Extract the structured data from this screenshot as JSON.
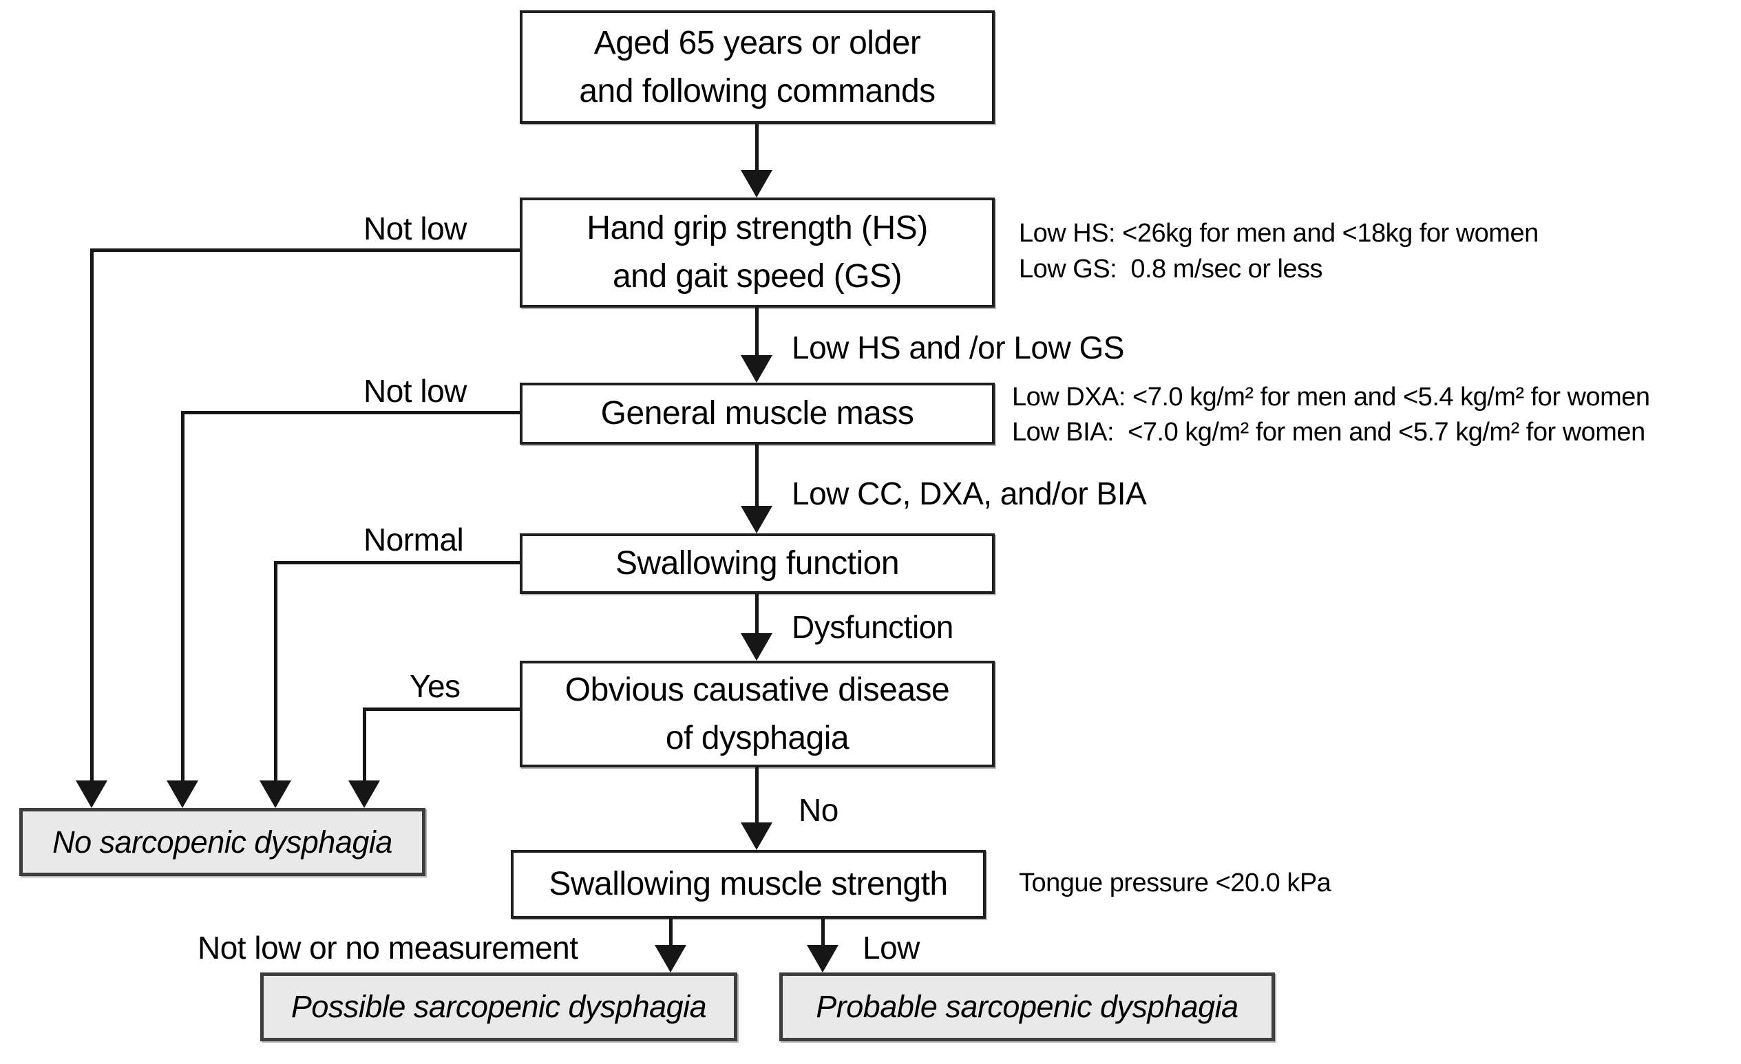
{
  "diagram": {
    "nodes": {
      "age": "Aged 65 years or older\nand following commands",
      "hand_grip": "Hand grip strength (HS)\nand gait speed (GS)",
      "muscle_mass": "General muscle mass",
      "swallowing_function": "Swallowing function",
      "causative_disease": "Obvious causative disease\nof dysphagia",
      "swallowing_strength": "Swallowing muscle strength",
      "no_sd": "No sarcopenic dysphagia",
      "possible_sd": "Possible sarcopenic dysphagia",
      "probable_sd": "Probable sarcopenic dysphagia"
    },
    "edge_labels": {
      "hs_not_low": "Not low",
      "mass_not_low": "Not low",
      "swallow_normal": "Normal",
      "disease_yes": "Yes",
      "hs_low": "Low HS and /or Low GS",
      "mass_low": "Low CC, DXA, and/or BIA",
      "swallow_dysfunction": "Dysfunction",
      "disease_no": "No",
      "strength_not_low": "Not low or no measurement",
      "strength_low": "Low"
    },
    "annotations": {
      "hs_criteria": "Low HS: <26kg for men and <18kg for women",
      "gs_criteria": "Low GS:  0.8 m/sec or less",
      "dxa_criteria": "Low DXA: <7.0 kg/m² for men and <5.4 kg/m² for women",
      "bia_criteria": "Low BIA:  <7.0 kg/m² for men and <5.7 kg/m² for women",
      "tongue_criteria": "Tongue pressure <20.0 kPa"
    },
    "colors": {
      "background": "#ffffff",
      "line": "#161616",
      "box_border": "#1f1f1f",
      "result_box_bg": "#e9e9e9",
      "result_box_border": "#3d3d3d",
      "text": "#000000"
    }
  }
}
